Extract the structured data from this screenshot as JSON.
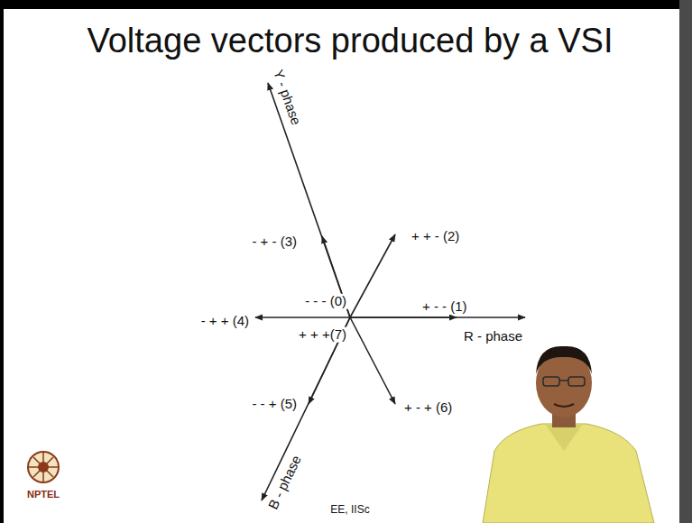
{
  "diagram": {
    "title": "Voltage vectors produced by a VSI",
    "labels": [
      "Y - phase",
      "- + - (3)",
      "+ + - (2)",
      "- - - (0)",
      "+ - - (1)",
      "R - phase",
      "- + + (4)",
      "+ + +(7)",
      "- - + (5)",
      "+ - + (6)",
      "B - phase",
      "NPTEL",
      "EE, IISc"
    ]
  }
}
